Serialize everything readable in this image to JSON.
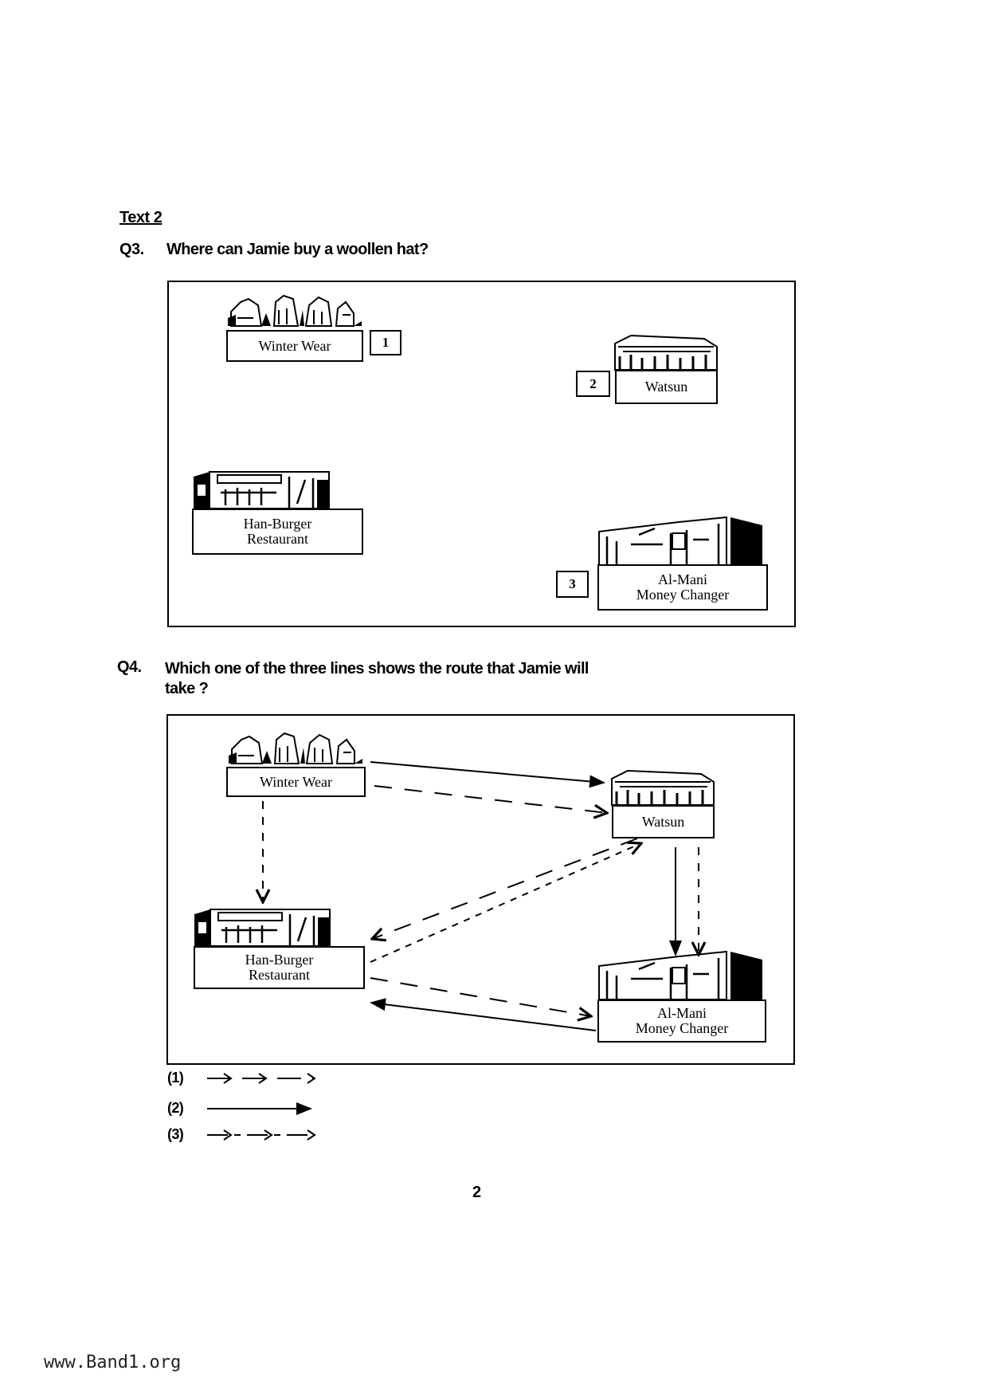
{
  "section_title": "Text 2",
  "q3": {
    "number": "Q3.",
    "text": "Where can Jamie buy a woollen hat?"
  },
  "q4": {
    "number": "Q4.",
    "text_line1": "Which one of the three lines shows the route that Jamie will",
    "text_line2": "take ?"
  },
  "stores": {
    "winter_wear": "Winter Wear",
    "watsun": "Watsun",
    "han_burger_1": "Han-Burger",
    "han_burger_2": "Restaurant",
    "al_mani_1": "Al-Mani",
    "al_mani_2": "Money Changer"
  },
  "options": [
    "1",
    "2",
    "3"
  ],
  "legend": [
    {
      "label": "(1)",
      "style": "open-arrows"
    },
    {
      "label": "(2)",
      "style": "solid"
    },
    {
      "label": "(3)",
      "style": "dashed-arrows"
    }
  ],
  "page_number": "2",
  "footer": "www.Band1.org"
}
